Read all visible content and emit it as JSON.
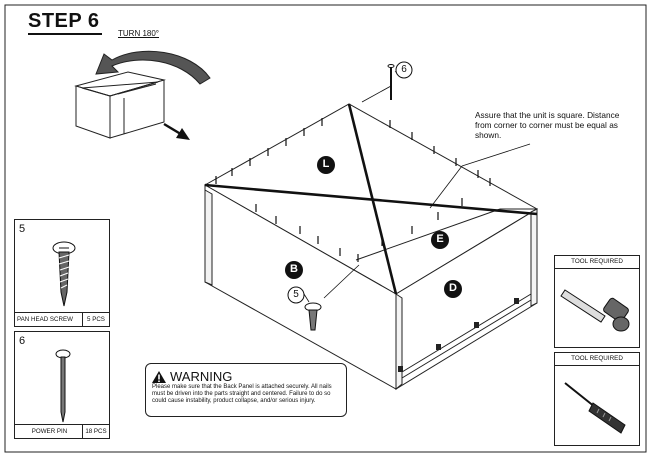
{
  "title": "STEP 6",
  "turn_label": "TURN 180°",
  "instruction": "Assure that the unit is square. Distance from corner to corner must be equal as shown.",
  "panel_labels": [
    "L",
    "E",
    "B",
    "D"
  ],
  "callouts": [
    "6",
    "5"
  ],
  "parts": [
    {
      "number": "5",
      "name": "PAN HEAD SCREW",
      "qty": "5 PCS"
    },
    {
      "number": "6",
      "name": "POWER PIN",
      "qty": "18 PCS"
    }
  ],
  "tools": [
    {
      "header": "TOOL REQUIRED",
      "icon": "hammer-icon"
    },
    {
      "header": "TOOL REQUIRED",
      "icon": "screwdriver-icon"
    }
  ],
  "warning": {
    "title": "WARNING",
    "text": "Please make sure that the Back Panel is attached securely. All nails must be driven into the parts straight and centered. Failure to do so could cause instability, product collapse, and/or serious injury."
  }
}
